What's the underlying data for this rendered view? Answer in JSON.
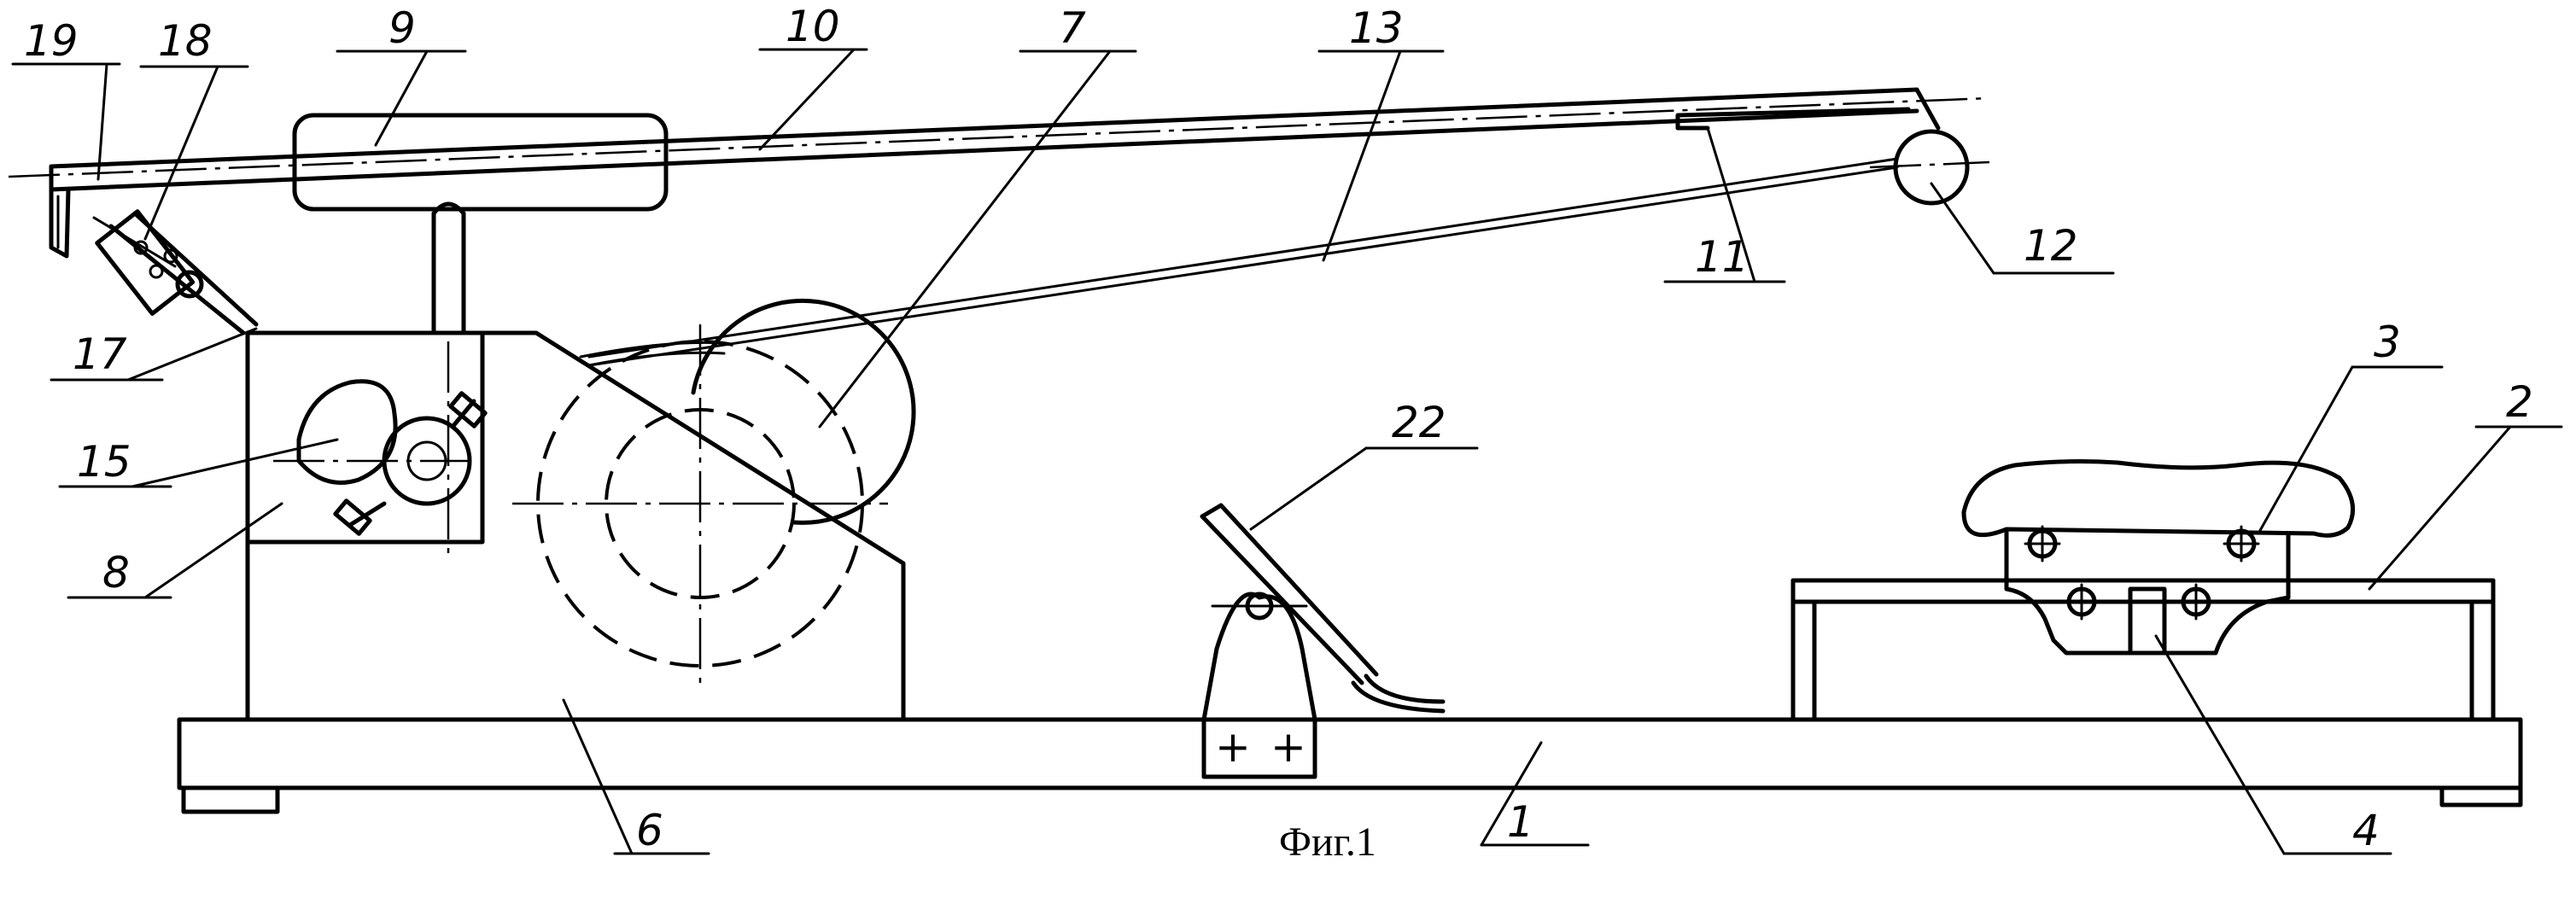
{
  "figure": {
    "caption": "Фиг.1"
  },
  "callouts": [
    {
      "id": "c19",
      "text": "19"
    },
    {
      "id": "c18",
      "text": "18"
    },
    {
      "id": "c9",
      "text": "9"
    },
    {
      "id": "c10",
      "text": "10"
    },
    {
      "id": "c7",
      "text": "7"
    },
    {
      "id": "c13",
      "text": "13"
    },
    {
      "id": "c11",
      "text": "11"
    },
    {
      "id": "c12",
      "text": "12"
    },
    {
      "id": "c17",
      "text": "17"
    },
    {
      "id": "c15",
      "text": "15"
    },
    {
      "id": "c8",
      "text": "8"
    },
    {
      "id": "c22",
      "text": "22"
    },
    {
      "id": "c3",
      "text": "3"
    },
    {
      "id": "c2",
      "text": "2"
    },
    {
      "id": "c6",
      "text": "6"
    },
    {
      "id": "c1",
      "text": "1"
    },
    {
      "id": "c4",
      "text": "4"
    }
  ]
}
